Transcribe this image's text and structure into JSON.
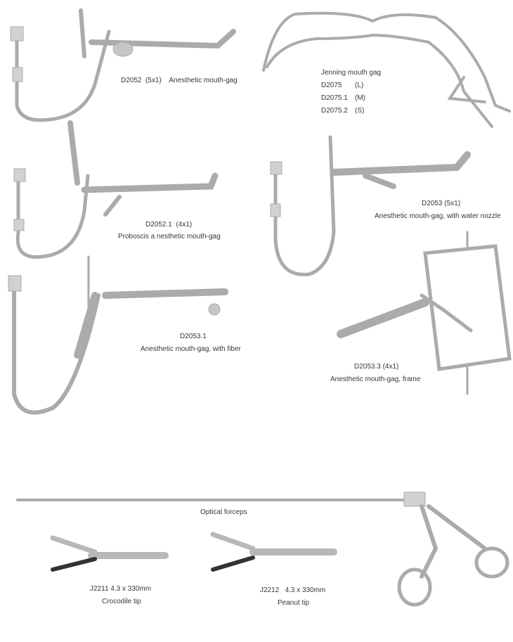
{
  "products": [
    {
      "code": "D2052  (5x1)",
      "name": "Anesthetic mouth-gag"
    },
    {
      "name": "Jenning mouth gag",
      "variants": [
        {
          "code": "D2075",
          "size": "(L)"
        },
        {
          "code": "D2075.1",
          "size": "(M)"
        },
        {
          "code": "D2075.2",
          "size": "(S)"
        }
      ]
    },
    {
      "code": "D2053 (5x1)",
      "name": "Anesthetic mouth-gag, with water nozzle"
    },
    {
      "code": "D2052.1  (4x1)",
      "name": "Proboscis a nesthetic mouth-gag"
    },
    {
      "code": "D2053.1",
      "name": "Anesthetic mouth-gag, with fiber"
    },
    {
      "code": "D2053.3 (4x1)",
      "name": "Anesthetic mouth-gag, frame"
    },
    {
      "name": "Optical forceps"
    },
    {
      "code": "J2211 4.3 x 330mm",
      "name": "Crocodile tip"
    },
    {
      "code": "J2212   4.3 x 330mm",
      "name": "Peanut tip"
    }
  ]
}
